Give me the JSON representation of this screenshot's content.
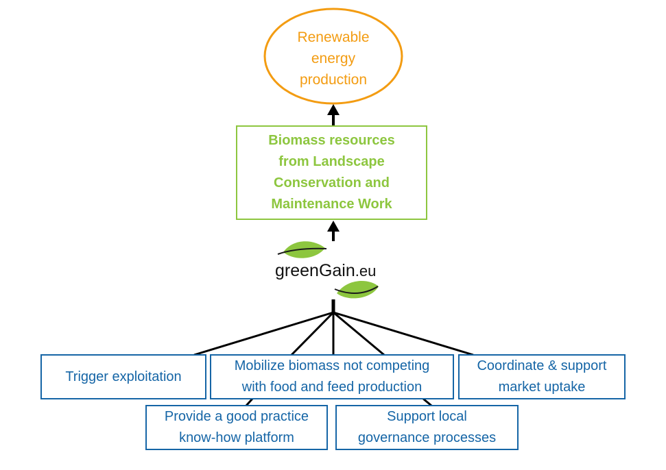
{
  "goal": {
    "text": "Renewable\nenergy\nproduction"
  },
  "resource": {
    "text": "Biomass resources\nfrom Landscape\nConservation and\nMaintenance Work"
  },
  "logo": {
    "name": "greenGain",
    "suffix": ".eu",
    "icon": "leaf-icon"
  },
  "objectives": [
    {
      "text": "Trigger exploitation"
    },
    {
      "text": "Mobilize biomass not competing\nwith food and feed production"
    },
    {
      "text": "Coordinate & support\nmarket uptake"
    },
    {
      "text": "Provide a good practice\nknow-how platform"
    },
    {
      "text": "Support local\ngovernance processes"
    }
  ],
  "colors": {
    "goal": "#F39C12",
    "resource": "#8DC63F",
    "objective": "#1565A6",
    "leaf": "#8DC63F",
    "connector": "#000000"
  }
}
